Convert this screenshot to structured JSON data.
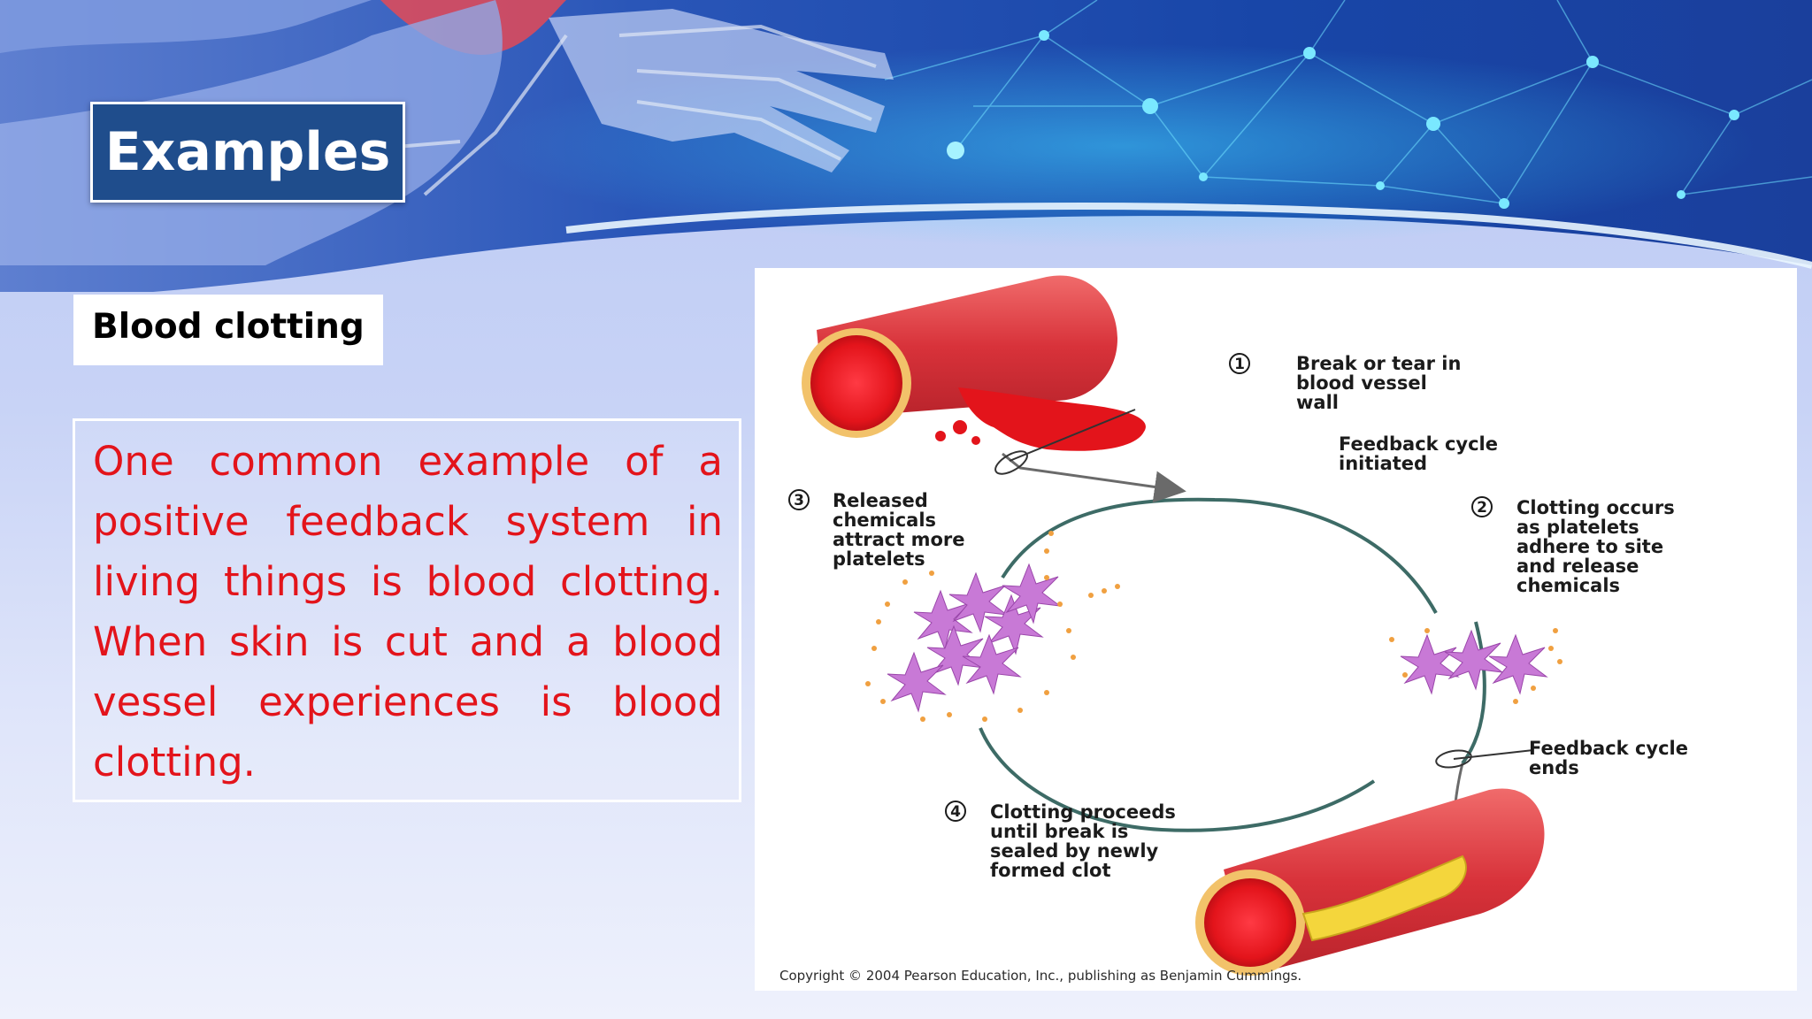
{
  "slide": {
    "title": "Examples",
    "subtitle": "Blood clotting",
    "body": "One common example of a positive feedback system in living things is blood clotting. When skin is cut and a blood vessel experiences is blood clotting."
  },
  "diagram": {
    "steps": [
      {
        "number": "1",
        "lines": [
          "Break or tear in",
          "blood vessel",
          "wall"
        ]
      },
      {
        "number": "2",
        "lines": [
          "Clotting occurs",
          "as platelets",
          "adhere to site",
          "and release",
          "chemicals"
        ]
      },
      {
        "number": "3",
        "lines": [
          "Released",
          "chemicals",
          "attract more",
          "platelets"
        ]
      },
      {
        "number": "4",
        "lines": [
          "Clotting proceeds",
          "until break is",
          "sealed by newly",
          "formed clot"
        ]
      }
    ],
    "feedback_start": [
      "Feedback cycle",
      "initiated"
    ],
    "feedback_end": [
      "Feedback cycle",
      "ends"
    ],
    "copyright": "Copyright © 2004 Pearson Education, Inc., publishing as Benjamin Cummings."
  },
  "colors": {
    "title_bg": "#1f4d8c",
    "body_text": "#e3141b",
    "blood": "#e3141b",
    "cycle": "#3d6b66",
    "platelet": "#c879d6"
  }
}
